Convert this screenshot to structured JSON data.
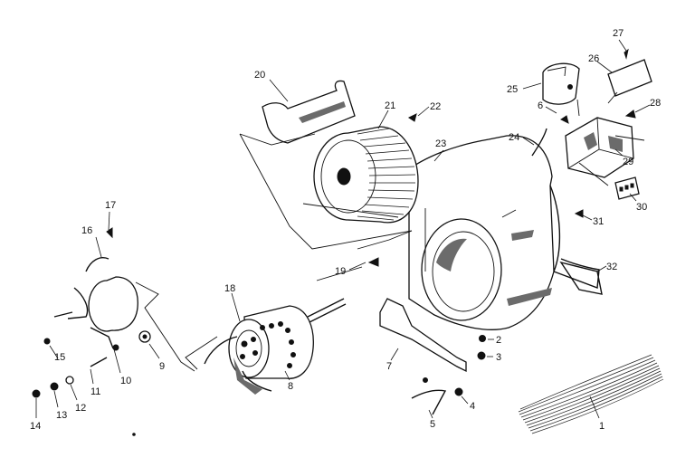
{
  "diagram": {
    "callouts": [
      {
        "id": "1",
        "text": "1"
      },
      {
        "id": "2",
        "text": "2"
      },
      {
        "id": "3",
        "text": "3"
      },
      {
        "id": "4",
        "text": "4"
      },
      {
        "id": "5",
        "text": "5"
      },
      {
        "id": "6",
        "text": "6"
      },
      {
        "id": "7",
        "text": "7"
      },
      {
        "id": "8",
        "text": "8"
      },
      {
        "id": "9",
        "text": "9"
      },
      {
        "id": "10",
        "text": "10"
      },
      {
        "id": "11",
        "text": "11"
      },
      {
        "id": "12",
        "text": "12"
      },
      {
        "id": "13",
        "text": "13"
      },
      {
        "id": "14",
        "text": "14"
      },
      {
        "id": "15",
        "text": "15"
      },
      {
        "id": "16",
        "text": "16"
      },
      {
        "id": "17",
        "text": "17"
      },
      {
        "id": "18",
        "text": "18"
      },
      {
        "id": "19",
        "text": "19"
      },
      {
        "id": "20",
        "text": "20"
      },
      {
        "id": "21",
        "text": "21"
      },
      {
        "id": "22",
        "text": "22"
      },
      {
        "id": "23",
        "text": "23"
      },
      {
        "id": "24",
        "text": "24"
      },
      {
        "id": "25",
        "text": "25"
      },
      {
        "id": "26",
        "text": "26"
      },
      {
        "id": "27",
        "text": "27"
      },
      {
        "id": "28",
        "text": "28"
      },
      {
        "id": "29",
        "text": "29"
      },
      {
        "id": "30",
        "text": "30"
      },
      {
        "id": "31",
        "text": "31"
      },
      {
        "id": "32",
        "text": "32"
      }
    ]
  }
}
